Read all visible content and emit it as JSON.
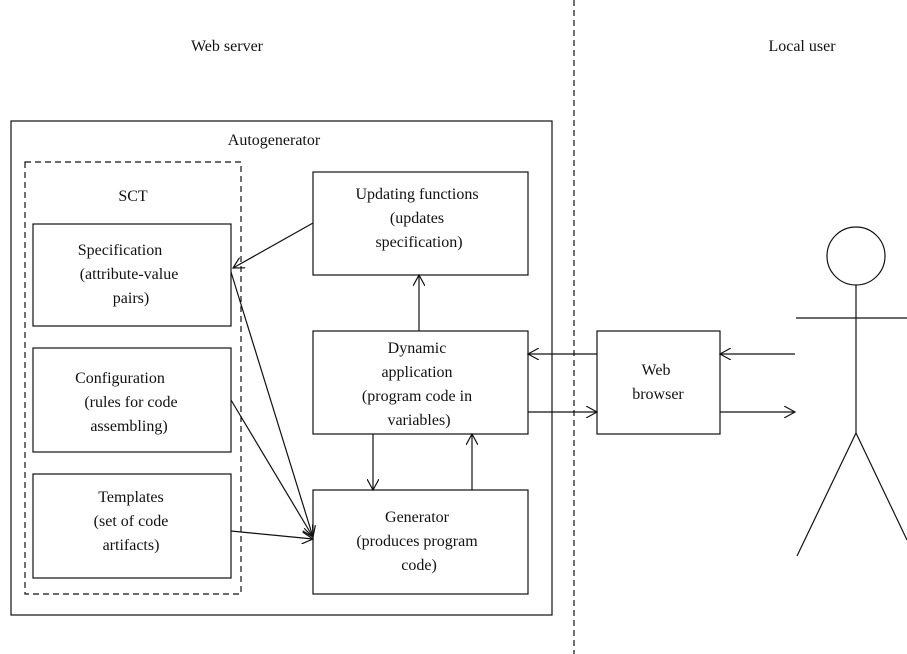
{
  "regions": {
    "web_server": "Web server",
    "local_user": "Local user"
  },
  "autogenerator": {
    "title": "Autogenerator"
  },
  "sct": {
    "title": "SCT",
    "specification": [
      "Specification",
      "(attribute-value",
      "pairs)"
    ],
    "configuration": [
      "Configuration",
      "(rules for code",
      "assembling)"
    ],
    "templates": [
      "Templates",
      "(set of code",
      "artifacts)"
    ]
  },
  "updating_functions": [
    "Updating functions",
    "(updates",
    "specification)"
  ],
  "dynamic_application": [
    "Dynamic",
    "application",
    "(program code in",
    "variables)"
  ],
  "generator": [
    "Generator",
    "(produces program",
    "code)"
  ],
  "web_browser": [
    "Web",
    "browser"
  ]
}
